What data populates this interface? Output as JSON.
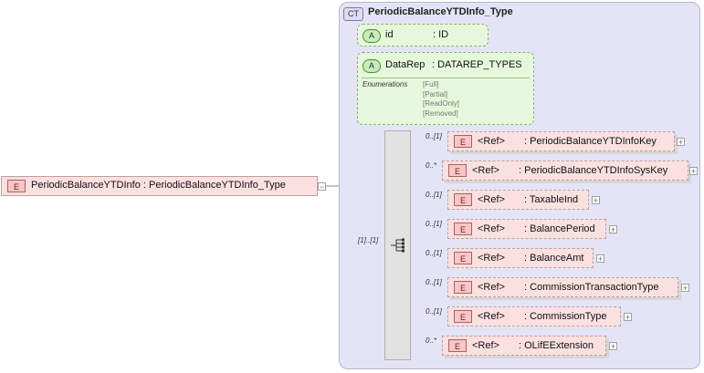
{
  "root": {
    "badge": "E",
    "label": "PeriodicBalanceYTDInfo : PeriodicBalanceYTDInfo_Type"
  },
  "complex_type": {
    "badge": "CT",
    "title": "PeriodicBalanceYTDInfo_Type"
  },
  "attributes": [
    {
      "badge": "A",
      "name": "id",
      "type": ": ID"
    },
    {
      "badge": "A",
      "name": "DataRep",
      "type": ": DATAREP_TYPES",
      "enumerations_label": "Enumerations",
      "enumerations": [
        "[Full]",
        "[Partial]",
        "[ReadOnly]",
        "[Removed]"
      ]
    }
  ],
  "sequence": {
    "cardinality": "[1]..[1]"
  },
  "elements": [
    {
      "badge": "E",
      "ref": "<Ref>",
      "type": ": PeriodicBalanceYTDInfoKey",
      "cardinality": "0..[1]"
    },
    {
      "badge": "E",
      "ref": "<Ref>",
      "type": ": PeriodicBalanceYTDInfoSysKey",
      "cardinality": "0..*"
    },
    {
      "badge": "E",
      "ref": "<Ref>",
      "type": ": TaxableInd",
      "cardinality": "0..[1]"
    },
    {
      "badge": "E",
      "ref": "<Ref>",
      "type": ": BalancePeriod",
      "cardinality": "0..[1]"
    },
    {
      "badge": "E",
      "ref": "<Ref>",
      "type": ": BalanceAmt",
      "cardinality": "0..[1]"
    },
    {
      "badge": "E",
      "ref": "<Ref>",
      "type": ": CommissionTransactionType",
      "cardinality": "0..[1]"
    },
    {
      "badge": "E",
      "ref": "<Ref>",
      "type": ": CommissionType",
      "cardinality": "0..[1]"
    },
    {
      "badge": "E",
      "ref": "<Ref>",
      "type": ": OLifEExtension",
      "cardinality": "0..*"
    }
  ],
  "colors": {
    "element_fill": "#fbe0e0",
    "attribute_fill": "#e6f8dc",
    "complex_type_fill": "#e4e4f7"
  }
}
